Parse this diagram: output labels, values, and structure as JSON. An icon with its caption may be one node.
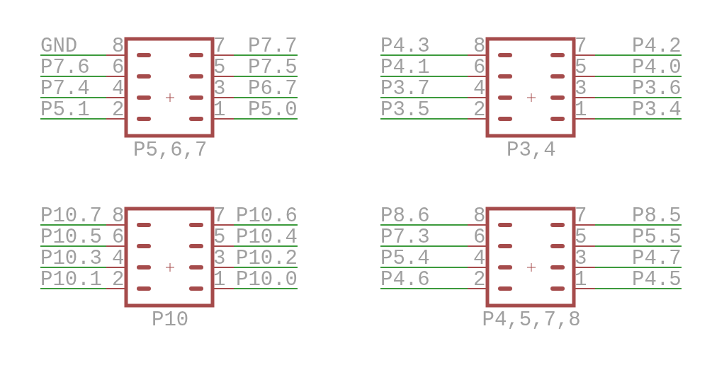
{
  "diagram": {
    "nodes": [
      {
        "text": [
          "P5,6,7"
        ]
      },
      {
        "text": [
          "GND"
        ]
      },
      {
        "text": [
          "P7.7"
        ]
      },
      {
        "text": [
          "P7.6"
        ]
      },
      {
        "text": [
          "P7.5"
        ]
      },
      {
        "text": [
          "P7.4"
        ]
      },
      {
        "text": [
          "P6.7"
        ]
      },
      {
        "text": [
          "P5.1"
        ]
      },
      {
        "text": [
          "P5.0"
        ]
      },
      {
        "text": [
          "P3,4"
        ]
      },
      {
        "text": [
          "P4.3"
        ]
      },
      {
        "text": [
          "P4.2"
        ]
      },
      {
        "text": [
          "P4.1"
        ]
      },
      {
        "text": [
          "P4.0"
        ]
      },
      {
        "text": [
          "P3.7"
        ]
      },
      {
        "text": [
          "P3.6"
        ]
      },
      {
        "text": [
          "P3.5"
        ]
      },
      {
        "text": [
          "P3.4"
        ]
      },
      {
        "text": [
          "P10"
        ]
      },
      {
        "text": [
          "P10.7"
        ]
      },
      {
        "text": [
          "P10.6"
        ]
      },
      {
        "text": [
          "P10.5"
        ]
      },
      {
        "text": [
          "P10.4"
        ]
      },
      {
        "text": [
          "P10.3"
        ]
      },
      {
        "text": [
          "P10.2"
        ]
      },
      {
        "text": [
          "P10.1"
        ]
      },
      {
        "text": [
          "P10.0"
        ]
      },
      {
        "text": [
          "P4,5,7,8"
        ]
      },
      {
        "text": [
          "P8.6"
        ]
      },
      {
        "text": [
          "P8.5"
        ]
      },
      {
        "text": [
          "P7.3"
        ]
      },
      {
        "text": [
          "P5.5"
        ]
      },
      {
        "text": [
          "P5.4"
        ]
      },
      {
        "text": [
          "P4.7"
        ]
      },
      {
        "text": [
          "P4.6"
        ]
      },
      {
        "text": [
          "P4.5"
        ]
      }
    ],
    "edges": [
      {
        "from": 1,
        "to": 0,
        "arrow": "none"
      },
      {
        "from": 2,
        "to": 0,
        "arrow": "none"
      },
      {
        "from": 3,
        "to": 0,
        "arrow": "none"
      },
      {
        "from": 4,
        "to": 0,
        "arrow": "none"
      },
      {
        "from": 5,
        "to": 0,
        "arrow": "none"
      },
      {
        "from": 6,
        "to": 0,
        "arrow": "none"
      },
      {
        "from": 7,
        "to": 0,
        "arrow": "none"
      },
      {
        "from": 8,
        "to": 0,
        "arrow": "none"
      },
      {
        "from": 10,
        "to": 9,
        "arrow": "none"
      },
      {
        "from": 11,
        "to": 9,
        "arrow": "none"
      },
      {
        "from": 12,
        "to": 9,
        "arrow": "none"
      },
      {
        "from": 13,
        "to": 9,
        "arrow": "none"
      },
      {
        "from": 14,
        "to": 9,
        "arrow": "none"
      },
      {
        "from": 15,
        "to": 9,
        "arrow": "none"
      },
      {
        "from": 16,
        "to": 9,
        "arrow": "none"
      },
      {
        "from": 17,
        "to": 9,
        "arrow": "none"
      },
      {
        "from": 19,
        "to": 18,
        "arrow": "none"
      },
      {
        "from": 20,
        "to": 18,
        "arrow": "none"
      },
      {
        "from": 21,
        "to": 18,
        "arrow": "none"
      },
      {
        "from": 22,
        "to": 18,
        "arrow": "none"
      },
      {
        "from": 23,
        "to": 18,
        "arrow": "none"
      },
      {
        "from": 24,
        "to": 18,
        "arrow": "none"
      },
      {
        "from": 25,
        "to": 18,
        "arrow": "none"
      },
      {
        "from": 26,
        "to": 18,
        "arrow": "none"
      },
      {
        "from": 28,
        "to": 27,
        "arrow": "none"
      },
      {
        "from": 29,
        "to": 27,
        "arrow": "none"
      },
      {
        "from": 30,
        "to": 27,
        "arrow": "none"
      },
      {
        "from": 31,
        "to": 27,
        "arrow": "none"
      },
      {
        "from": 32,
        "to": 27,
        "arrow": "none"
      },
      {
        "from": 33,
        "to": 27,
        "arrow": "none"
      },
      {
        "from": 34,
        "to": 27,
        "arrow": "none"
      },
      {
        "from": 35,
        "to": 27,
        "arrow": "none"
      }
    ],
    "labels": [
      "8",
      "7",
      "6",
      "5",
      "4",
      "3",
      "2",
      "1",
      "8",
      "7",
      "6",
      "5",
      "4",
      "3",
      "2",
      "1",
      "8",
      "7",
      "6",
      "5",
      "4",
      "3",
      "2",
      "1",
      "8",
      "7",
      "6",
      "5",
      "4",
      "3",
      "2",
      "1"
    ]
  }
}
